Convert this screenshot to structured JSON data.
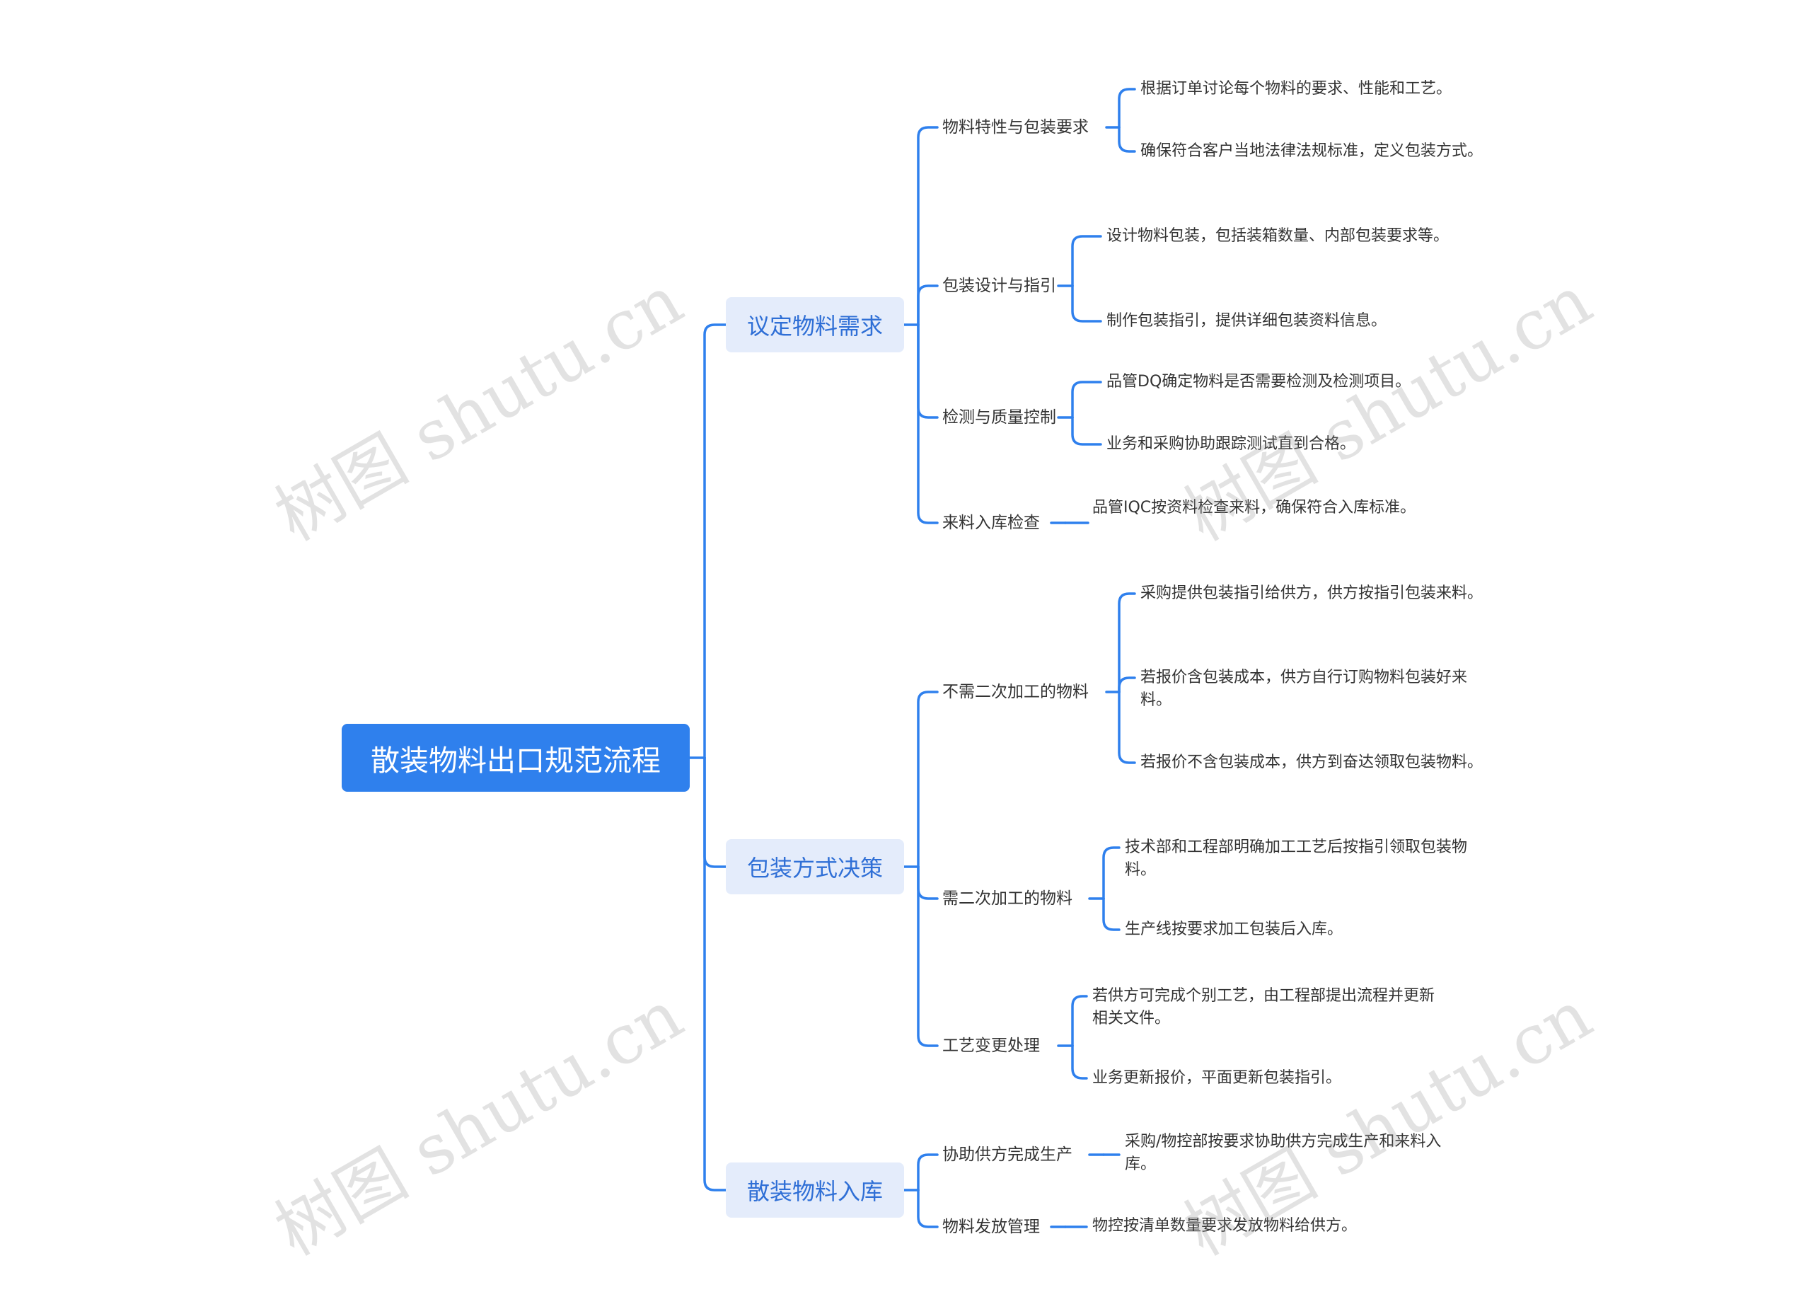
{
  "root": {
    "label": "散装物料出口规范流程"
  },
  "branches": [
    {
      "label": "议定物料需求",
      "children": [
        {
          "label": "物料特性与包装要求",
          "leaves": [
            "根据订单讨论每个物料的要求、性能和工艺。",
            "确保符合客户当地法律法规标准，定义包装方式。"
          ]
        },
        {
          "label": "包装设计与指引",
          "leaves": [
            "设计物料包装，包括装箱数量、内部包装要求等。",
            "制作包装指引，提供详细包装资料信息。"
          ]
        },
        {
          "label": "检测与质量控制",
          "leaves": [
            "品管DQ确定物料是否需要检测及检测项目。",
            "业务和采购协助跟踪测试直到合格。"
          ]
        },
        {
          "label": "来料入库检查",
          "leaves": [
            "品管IQC按资料检查来料，确保符合入库标准。"
          ]
        }
      ]
    },
    {
      "label": "包装方式决策",
      "children": [
        {
          "label": "不需二次加工的物料",
          "leaves": [
            "采购提供包装指引给供方，供方按指引包装来料。",
            "若报价含包装成本，供方自行订购物料包装好来料。",
            "若报价不含包装成本，供方到奋达领取包装物料。"
          ]
        },
        {
          "label": "需二次加工的物料",
          "leaves": [
            "技术部和工程部明确加工工艺后按指引领取包装物料。",
            "生产线按要求加工包装后入库。"
          ]
        },
        {
          "label": "工艺变更处理",
          "leaves": [
            "若供方可完成个别工艺，由工程部提出流程并更新相关文件。",
            "业务更新报价，平面更新包装指引。"
          ]
        }
      ]
    },
    {
      "label": "散装物料入库",
      "children": [
        {
          "label": "协助供方完成生产",
          "leaves": [
            "采购/物控部按要求协助供方完成生产和来料入库。"
          ]
        },
        {
          "label": "物料发放管理",
          "leaves": [
            "物控按清单数量要求发放物料给供方。"
          ]
        }
      ]
    }
  ],
  "watermark": "树图 shutu.cn",
  "colors": {
    "root_bg": "#2f80ed",
    "branch_bg": "#e4ecfb",
    "line": "#2f80ed"
  }
}
